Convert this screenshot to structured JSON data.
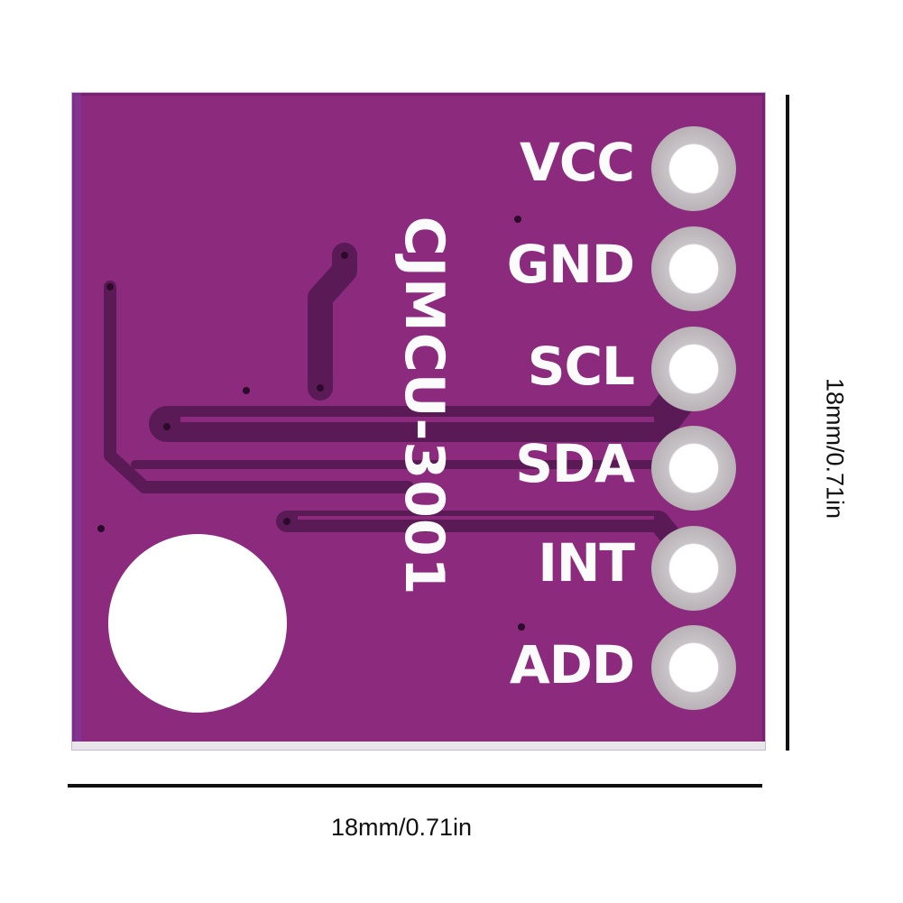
{
  "product": {
    "board_name": "CJMCU-3001",
    "board_color": "#8c2a7e",
    "pins": [
      {
        "label": "VCC"
      },
      {
        "label": "GND"
      },
      {
        "label": "SCL"
      },
      {
        "label": "SDA"
      },
      {
        "label": "INT"
      },
      {
        "label": "ADD"
      }
    ]
  },
  "dimensions": {
    "width_label": "18mm/0.71in",
    "height_label": "18mm/0.71in"
  }
}
